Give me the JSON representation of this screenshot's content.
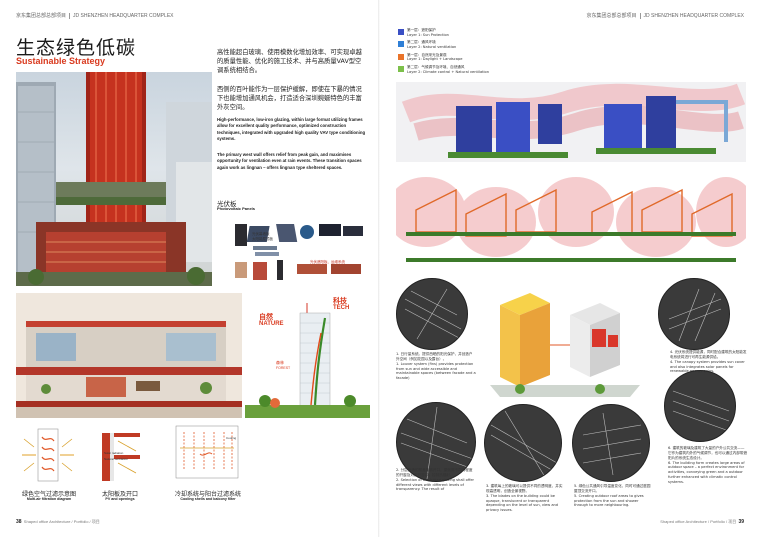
{
  "header": {
    "left_cn": "京东集团总部总部项目",
    "left_en": "JD SHENZHEN HEADQUARTER COMPLEX",
    "right_cn": "京东集团总部总部项目",
    "right_en": "JD SHENZHEN HEADQUARTER COMPLEX"
  },
  "title": {
    "cn": "生态绿色低碳",
    "en": "Sustainable Strategy"
  },
  "body": {
    "cn1": "高性能超白玻璃、使用模数化增加效率、可实现卓越的质量性能、优化的施工技术、并与高质量VAV型空调系统相结合。",
    "cn2": "西侧的百叶能作为一层保护缓解，即使在下暴的情况下也能增加通风机会，打造适合深圳蜿蜒特色的丰富外灰空间。",
    "en1": "High-performance, low-iron glazing, within large format utilizing frames allow for excellent quality performance, optimized construction techniques, integrated with upgraded high quality VAV type conditioning systems.",
    "en2": "The primary west wall offers relief from peak gain, and maximises opportunity for ventilation even at rain events. These transition spaces again work as lingnan – offers lingnan type sheltered spaces."
  },
  "pv": {
    "cn": "光伏板",
    "en": "Photovoltaic Panels",
    "item1": "光伏幕墙板",
    "item2": "太阳能屋顶板",
    "item3": "光伏遮阳板、运维系统"
  },
  "diagram": {
    "tech_cn": "科技",
    "tech_en": "TECH",
    "nature_cn": "自然",
    "nature_en": "NATURE",
    "forest_cn": "森林",
    "forest_en": "FOREST"
  },
  "bottom_captions": [
    {
      "cn": "绿色空气过滤示意图",
      "en": "Multi-air filtration diagram"
    },
    {
      "cn": "太阳板及开口",
      "en": "PV and openings"
    },
    {
      "cn": "冷却系统与阳台过滤系统",
      "en": "Cooling shells and balcony filter"
    }
  ],
  "small_labels": {
    "a": "Solar radiation",
    "b": "Natural ventilation",
    "c": "Cooling"
  },
  "legend": [
    {
      "cn": "第一层：遮阳保护",
      "en": "Layer 1: Sun Protection",
      "color": "#3a4fc4"
    },
    {
      "cn": "第二层：通风环境",
      "en": "Layer 2: Natural ventilation",
      "color": "#2f7fd6"
    },
    {
      "cn": "第一层：自然采光及景观",
      "en": "Layer 1: Daylight + Landscape",
      "color": "#e9732a"
    },
    {
      "cn": "第二层：气候调节及环境、自然通风",
      "en": "Layer 2: Climate control + Natural ventilation",
      "color": "#7cc04a"
    }
  ],
  "notes": {
    "n1_cn": "1. 日行量系统。提供西晒的阳光保护，并创造户外空间（例如花园以及露台）。",
    "n1_en": "1. Louver system (fins) provides protection from sun and wide accessible and maintainable spaces (between facade and a facade)",
    "n2_cn": "2. 分层外墙的覆盖旋转开口。屋面用不同的程度的开窗及对应开窗口，控制热辐射。",
    "n2_en": "2. Selection of the fritted glazing shall offer different views with different levels of transparency. The result of",
    "n3_cn": "3. 建筑每上的玻璃可以提供不同的透明度，并实现高透明，创造全景视野。",
    "n3_en": "3. The blades on the building could be opaque, translucent or transparent depending on the level of sun, view and privacy issues.",
    "n4_cn": "4. 光伏系统提供能源，同时配合建筑的太阳能发电系统将进行可再生能源供给。",
    "n4_en": "4. The canopy system provides sun cover and also integrates solar panels for renewable energy gains.",
    "n5_cn": "5. 绿色公共通风引导温度变化，同时可通过庭园屋顶交流开口。",
    "n5_en": "5. Creating outdoor roof areas to gives protection from the sun and shower through to more neighbouring.",
    "n6_cn": "6. 建筑的玻璃及建筑了大量的户外公共交流——它作为建筑内外的气候调节，也可以通过内部带遮阳片的系统生态设计。",
    "n6_en": "6. The building form creates large areas of outdoor space – a perfect environment for activities, conveying green and a outdoor further enhanced with climatic control systems."
  },
  "footer": {
    "left_num": "38",
    "left_text": "Shaped office Architecture / Portfolio / 项目",
    "right_text": "Shaped office Architecture / Portfolio / 项目",
    "right_num": "39"
  }
}
